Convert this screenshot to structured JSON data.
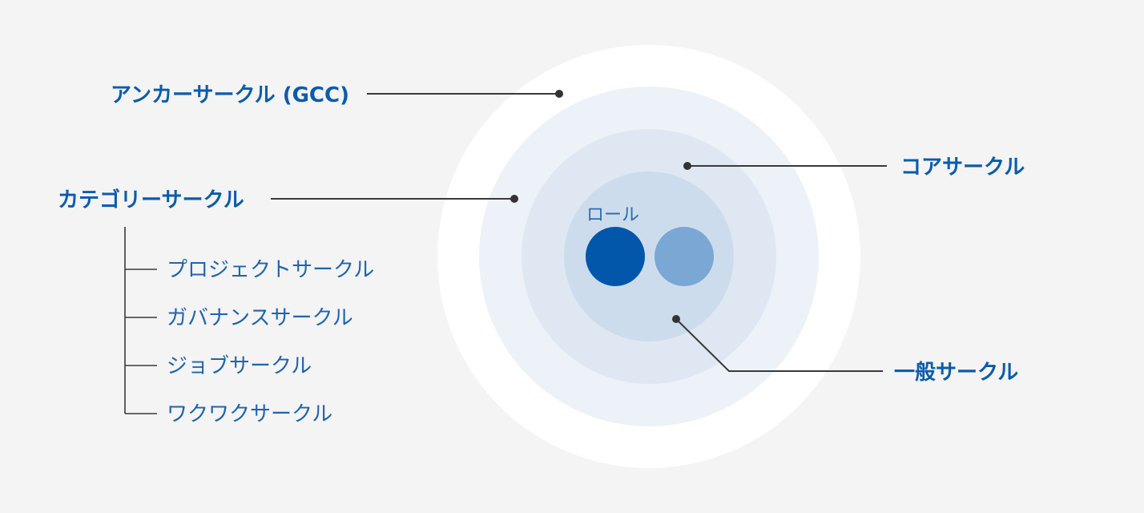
{
  "labels": {
    "anchor_circle": "アンカーサークル (GCC)",
    "core_circle": "コアサークル",
    "category_circle": "カテゴリーサークル",
    "general_circle": "一般サークル",
    "role": "ロール"
  },
  "category_children": [
    "プロジェクトサークル",
    "ガバナンスサークル",
    "ジョブサークル",
    "ワクワクサークル"
  ],
  "colors": {
    "background": "#f4f4f4",
    "anchor_ring": "#ffffff",
    "category_ring": "#edf2f8",
    "core_ring": "#dfe8f2",
    "general_ring": "#cddcec",
    "role_primary": "#0257ab",
    "role_secondary": "#7aa7d3",
    "text_primary": "#0b5cad"
  }
}
